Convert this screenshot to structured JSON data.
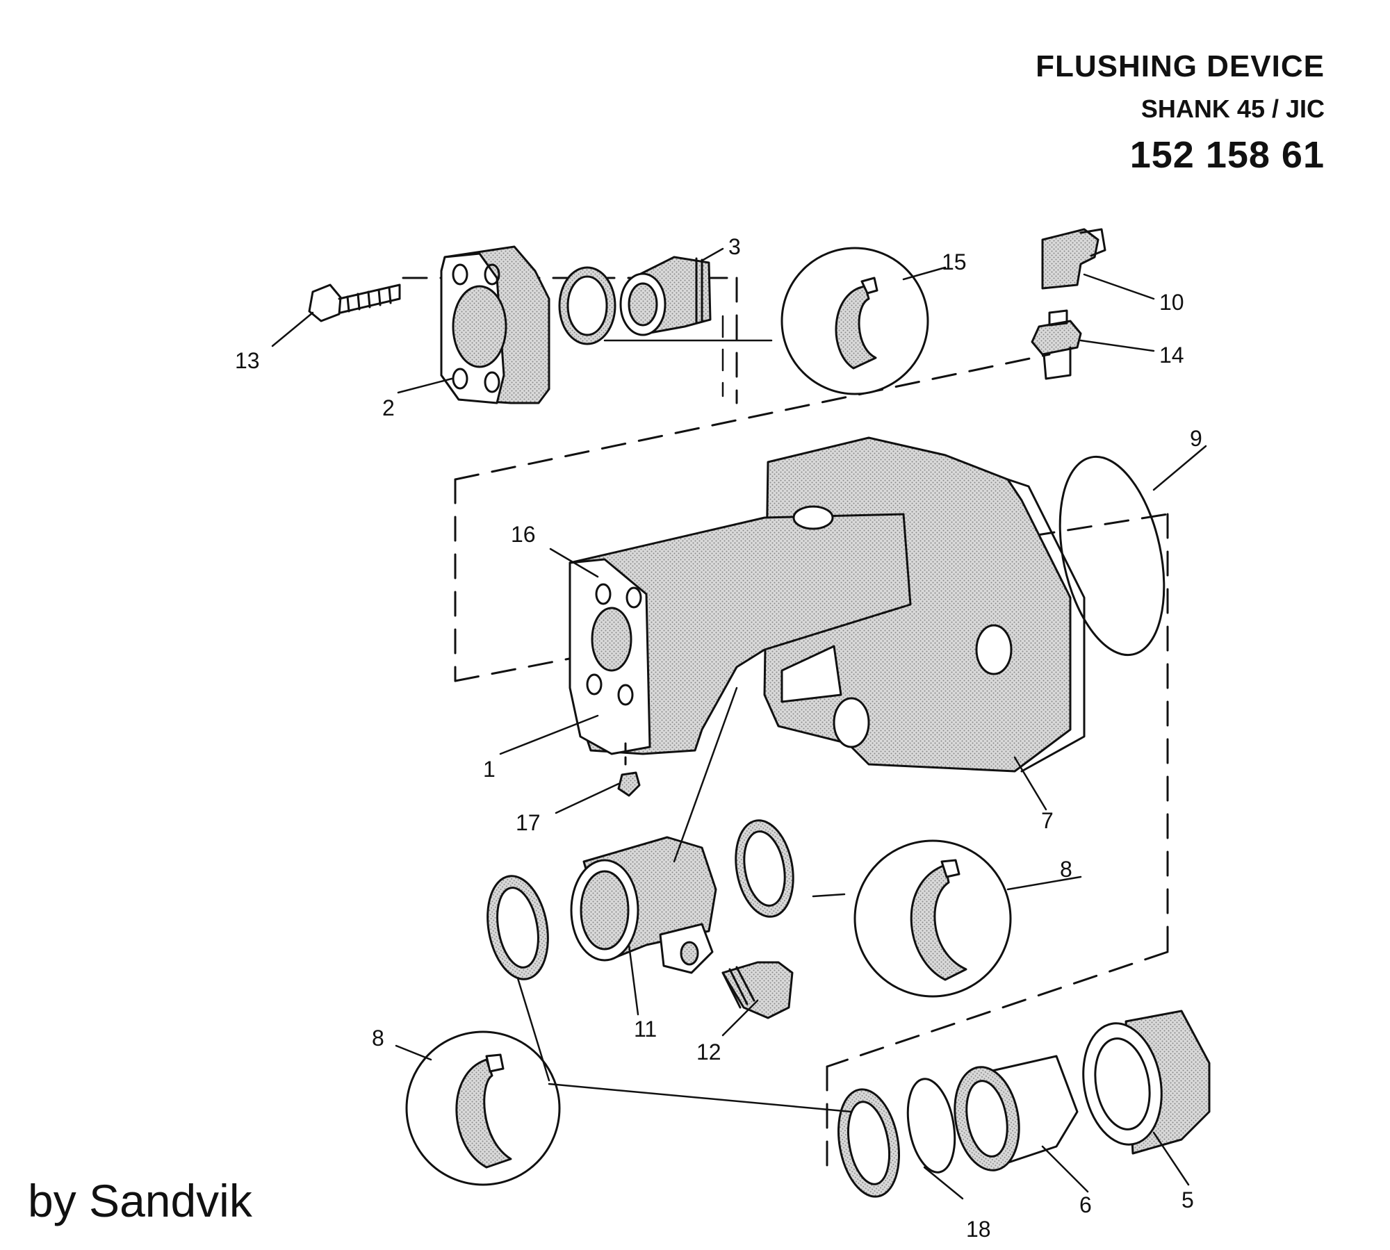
{
  "header": {
    "title": "FLUSHING DEVICE",
    "subtitle": "SHANK 45 / JIC",
    "part_number": "152 158 61"
  },
  "credit": "by Sandvik",
  "callouts": {
    "c1": "1",
    "c2": "2",
    "c3": "3",
    "c5": "5",
    "c6": "6",
    "c7": "7",
    "c8a": "8",
    "c8b": "8",
    "c9": "9",
    "c10": "10",
    "c11": "11",
    "c12": "12",
    "c13": "13",
    "c14": "14",
    "c15": "15",
    "c16": "16",
    "c17": "17",
    "c18": "18"
  },
  "colors": {
    "ink": "#111111",
    "shade": "#bdbdbd",
    "paper": "#ffffff"
  }
}
